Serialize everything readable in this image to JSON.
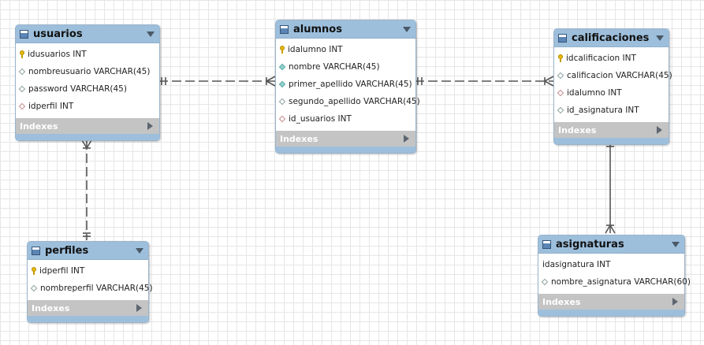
{
  "tables": {
    "usuarios": {
      "name": "usuarios",
      "columns": [
        {
          "text": "idusuarios INT",
          "icon": "primary-key-icon"
        },
        {
          "text": "nombreusuario VARCHAR(45)",
          "icon": "nullable-column-icon"
        },
        {
          "text": "password VARCHAR(45)",
          "icon": "nullable-column-icon"
        },
        {
          "text": "idperfil INT",
          "icon": "foreign-key-icon"
        }
      ],
      "indexes": "Indexes"
    },
    "alumnos": {
      "name": "alumnos",
      "columns": [
        {
          "text": "idalumno INT",
          "icon": "primary-key-icon"
        },
        {
          "text": "nombre VARCHAR(45)",
          "icon": "not-null-column-icon"
        },
        {
          "text": "primer_apellido VARCHAR(45)",
          "icon": "not-null-column-icon"
        },
        {
          "text": "segundo_apellido VARCHAR(45)",
          "icon": "nullable-column-icon"
        },
        {
          "text": "id_usuarios INT",
          "icon": "foreign-key-icon"
        }
      ],
      "indexes": "Indexes"
    },
    "calificaciones": {
      "name": "calificaciones",
      "columns": [
        {
          "text": "idcalificacion INT",
          "icon": "primary-key-icon"
        },
        {
          "text": "calificacion VARCHAR(45)",
          "icon": "nullable-column-icon"
        },
        {
          "text": "idalumno INT",
          "icon": "foreign-key-icon"
        },
        {
          "text": "id_asignatura INT",
          "icon": "nullable-column-icon"
        }
      ],
      "indexes": "Indexes"
    },
    "perfiles": {
      "name": "perfiles",
      "columns": [
        {
          "text": "idperfil INT",
          "icon": "primary-key-icon"
        },
        {
          "text": "nombreperfil VARCHAR(45)",
          "icon": "nullable-column-icon"
        }
      ],
      "indexes": "Indexes"
    },
    "asignaturas": {
      "name": "asignaturas",
      "columns": [
        {
          "text": "idasignatura INT",
          "icon": "none"
        },
        {
          "text": "nombre_asignatura VARCHAR(60)",
          "icon": "nullable-column-icon"
        }
      ],
      "indexes": "Indexes"
    }
  },
  "relationships": [
    {
      "from": "usuarios",
      "to": "alumnos",
      "style": "dashed",
      "cardinality": "one-to-many"
    },
    {
      "from": "alumnos",
      "to": "calificaciones",
      "style": "dashed",
      "cardinality": "one-to-many"
    },
    {
      "from": "perfiles",
      "to": "usuarios",
      "style": "dashed",
      "cardinality": "one-to-many"
    },
    {
      "from": "calificaciones",
      "to": "asignaturas",
      "style": "solid",
      "cardinality": "one-to-many"
    }
  ],
  "colors": {
    "header": "#9dbfdc",
    "indexes_bar": "#c4c4c4",
    "relation_line": "#555555",
    "primary_key": "#e8b900",
    "not_null_column": "#8fd3d0",
    "foreign_key": "#c58a8a"
  }
}
